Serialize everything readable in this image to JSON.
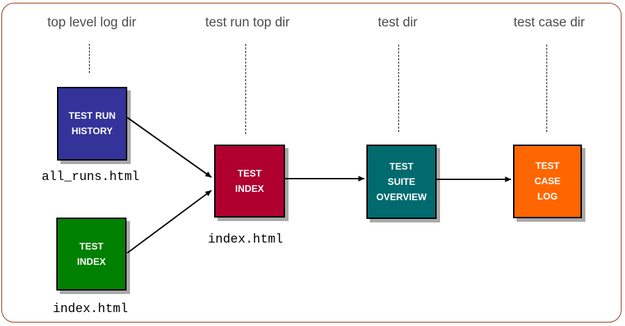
{
  "diagram": {
    "frame_border_color": "#993311",
    "header_text_color": "#4d4d4d",
    "arrow_color": "#000000",
    "columns": [
      {
        "label": "top level log dir"
      },
      {
        "label": "test run top dir"
      },
      {
        "label": "test dir"
      },
      {
        "label": "test case dir"
      }
    ],
    "nodes": [
      {
        "id": "test-run-history",
        "label": "TEST RUN\nHISTORY",
        "color": "#333399",
        "file_label": "all_runs.html"
      },
      {
        "id": "test-index-top",
        "label": "TEST\nINDEX",
        "color": "#008000",
        "file_label": "index.html"
      },
      {
        "id": "test-index-run",
        "label": "TEST\nINDEX",
        "color": "#b00030",
        "file_label": "index.html"
      },
      {
        "id": "test-suite-overview",
        "label": "TEST\nSUITE\nOVERVIEW",
        "color": "#006a6e",
        "file_label": ""
      },
      {
        "id": "test-case-log",
        "label": "TEST\nCASE\nLOG",
        "color": "#ff6600",
        "file_label": ""
      }
    ]
  }
}
